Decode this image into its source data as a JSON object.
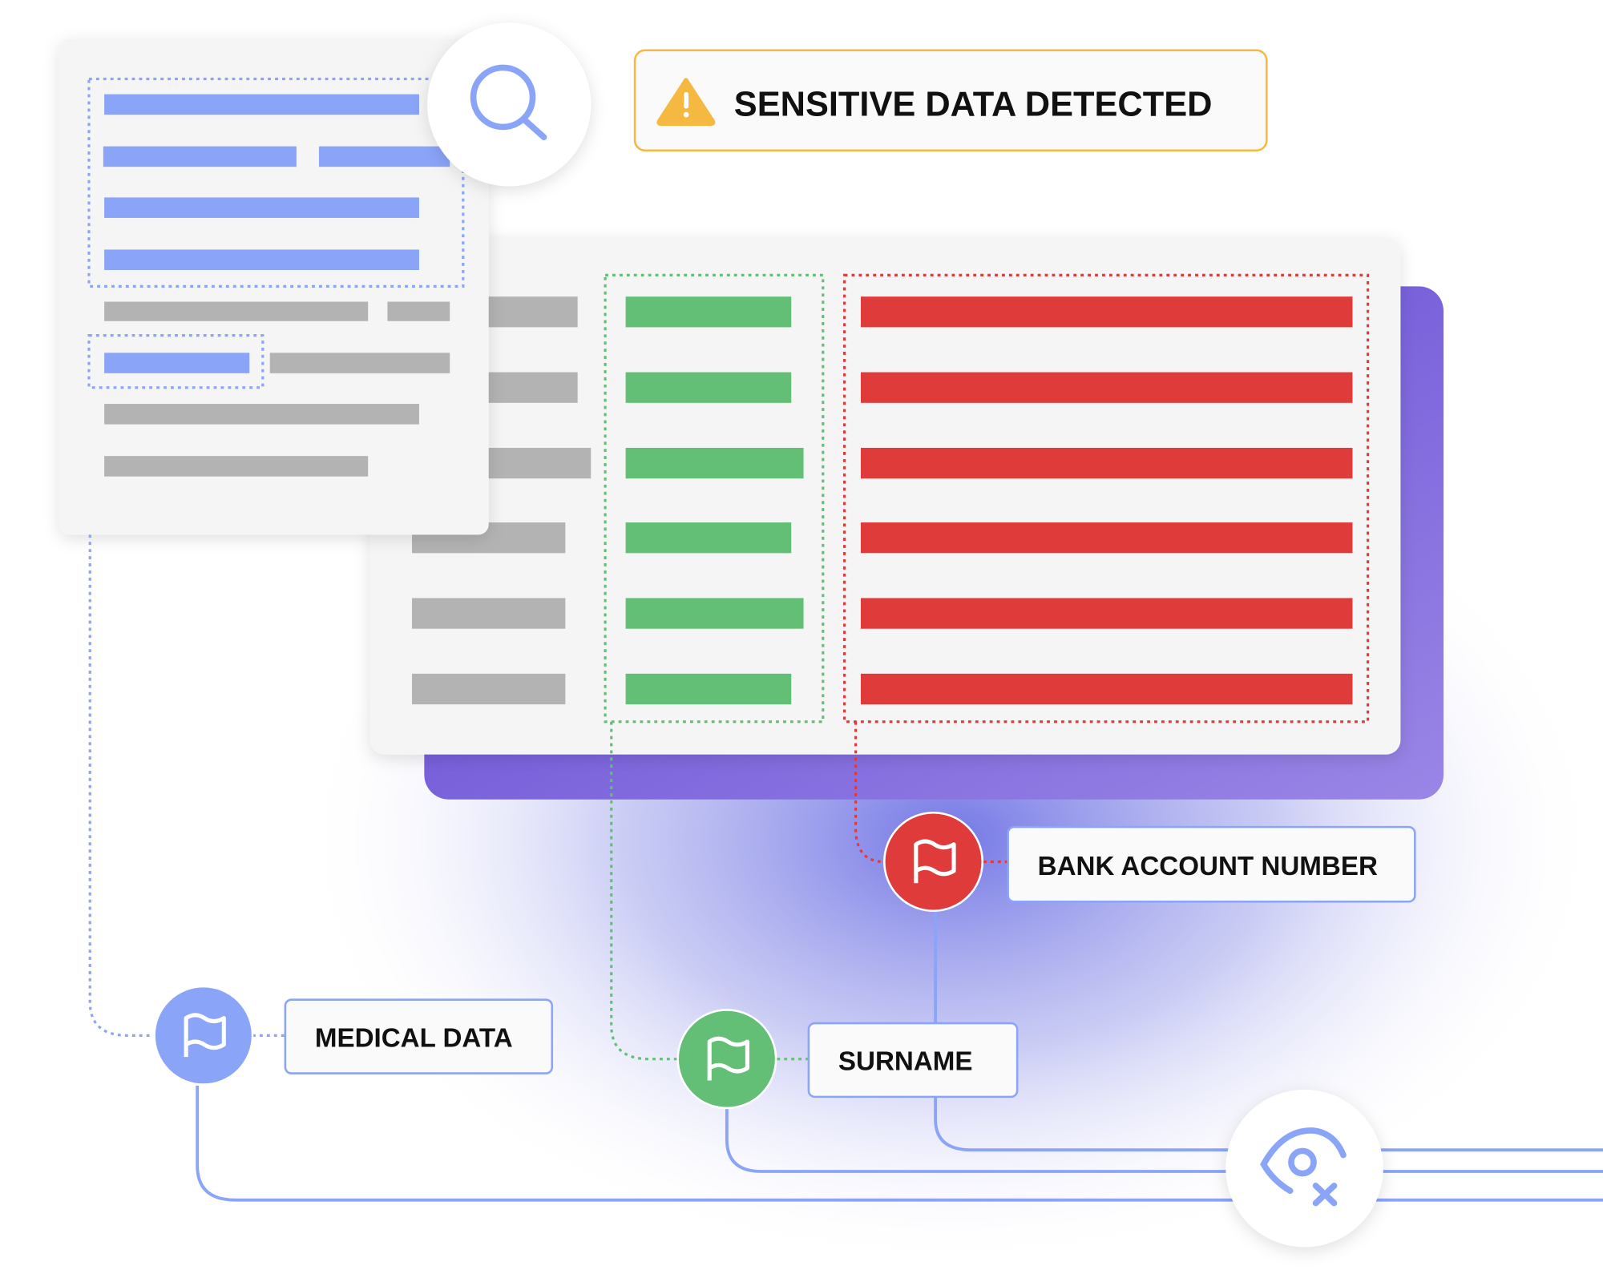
{
  "alert": {
    "text": "SENSITIVE DATA DETECTED",
    "icon": "warning-triangle-icon",
    "color": "#f5b942"
  },
  "flags": [
    {
      "label": "BANK ACCOUNT NUMBER",
      "color": "#e03b3b",
      "icon": "flag-icon"
    },
    {
      "label": "SURNAME",
      "color": "#63bf76",
      "icon": "flag-icon"
    },
    {
      "label": "MEDICAL DATA",
      "color": "#8aa4f8",
      "icon": "flag-icon"
    }
  ],
  "icons": {
    "search": "search-icon",
    "redact": "eye-off-icon"
  },
  "colors": {
    "blue": "#8aa4f8",
    "green": "#63bf76",
    "red": "#e03b3b",
    "gray": "#b3b3b3",
    "purple": "#6a50d6"
  }
}
